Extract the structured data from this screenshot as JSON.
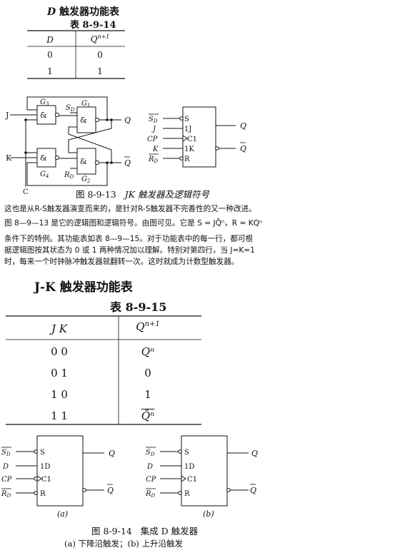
{
  "table1": {
    "title": "D 触发器功能表",
    "number": "表 8-9-14",
    "headers": [
      "D",
      "Q^{n+1}"
    ],
    "rows": [
      [
        "0",
        "0"
      ],
      [
        "1",
        "1"
      ]
    ]
  },
  "fig13": {
    "caption_num": "图 8-9-13",
    "caption_text": "JK 触发器及逻辑符号",
    "gates": [
      "G3",
      "G1",
      "G4",
      "G2"
    ],
    "inputs": [
      "J",
      "K",
      "C",
      "SD",
      "RD"
    ],
    "symbol_pins_left": [
      "S̄D",
      "J",
      "CP",
      "K",
      "R̄D"
    ],
    "symbol_pins_inner": [
      "S",
      "1J",
      "C1",
      "1K",
      "R"
    ],
    "symbol_outputs": [
      "Q",
      "Q̄"
    ],
    "outputs": [
      "Q",
      "Q̄"
    ],
    "gate_symbol": "&"
  },
  "paragraph": {
    "lines": [
      "这也是从R-S触发器演变而来的，是针对R-S触发器不完善性的又一种改进。",
      "图 8—9—13 是它的逻辑图和逻辑符号。由图可见。它是 S = JQ̄ⁿ，R = KQⁿ",
      "条件下的特例。其功能表如表 8—9—15。对于功能表中的每一行，都可根",
      "据逻辑图按其状态为 0 或 1 两种情况加以理解。特别对第四行，当 J=K=1",
      "时，每来一个时钟脉冲触发器就翻转一次。这时就成为计数型触发器。"
    ]
  },
  "table2": {
    "title": "J-K 触发器功能表",
    "number": "表 8-9-15",
    "headers": [
      "J  K",
      "Q^{n+1}"
    ],
    "rows": [
      [
        "0  0",
        "Qⁿ"
      ],
      [
        "0  1",
        "0"
      ],
      [
        "1  0",
        "1"
      ],
      [
        "1  1",
        "Q̄ⁿ"
      ]
    ]
  },
  "fig14": {
    "symbol_a": {
      "pins_left": [
        "S̄D",
        "D",
        "CP",
        "R̄D"
      ],
      "pins_inner": [
        "S",
        "1D",
        "C1",
        "R"
      ],
      "outputs": [
        "Q",
        "Q̄"
      ],
      "label": "(a)"
    },
    "symbol_b": {
      "pins_left": [
        "S̄D",
        "D",
        "CP",
        "R̄D"
      ],
      "pins_inner": [
        "S",
        "1D",
        "C1",
        "R"
      ],
      "outputs": [
        "Q",
        "Q̄"
      ],
      "label": "(b)"
    },
    "caption_num": "图 8-9-14",
    "caption_text": "集成 D 触发器",
    "subcaption": "(a) 下降沿触发；(b) 上升沿触发"
  }
}
